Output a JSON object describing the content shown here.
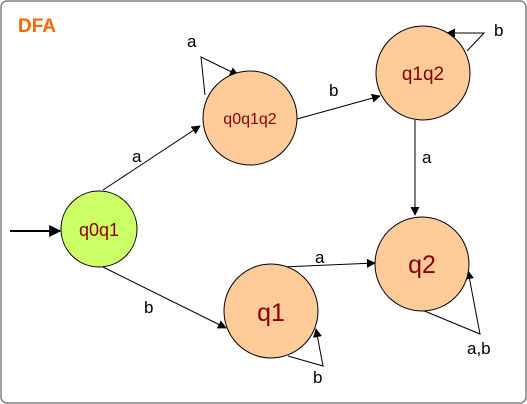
{
  "diagram": {
    "title": "DFA",
    "colors": {
      "title": "#ff6600",
      "start_state_fill": "#ccff66",
      "state_fill": "#ffcc99",
      "state_label": "#8b0000",
      "border": "#808080"
    },
    "states": [
      {
        "id": "q0q1",
        "label": "q0q1",
        "start": true
      },
      {
        "id": "q0q1q2",
        "label": "q0q1q2",
        "start": false
      },
      {
        "id": "q1q2",
        "label": "q1q2",
        "start": false
      },
      {
        "id": "q1",
        "label": "q1",
        "start": false
      },
      {
        "id": "q2",
        "label": "q2",
        "start": false
      }
    ],
    "transitions": [
      {
        "from": "q0q1",
        "to": "q0q1q2",
        "label": "a"
      },
      {
        "from": "q0q1",
        "to": "q1",
        "label": "b"
      },
      {
        "from": "q0q1q2",
        "to": "q0q1q2",
        "label": "a"
      },
      {
        "from": "q0q1q2",
        "to": "q1q2",
        "label": "b"
      },
      {
        "from": "q1q2",
        "to": "q1q2",
        "label": "b"
      },
      {
        "from": "q1q2",
        "to": "q2",
        "label": "a"
      },
      {
        "from": "q1",
        "to": "q2",
        "label": "a"
      },
      {
        "from": "q1",
        "to": "q1",
        "label": "b"
      },
      {
        "from": "q2",
        "to": "q2",
        "label": "a,b"
      }
    ]
  }
}
